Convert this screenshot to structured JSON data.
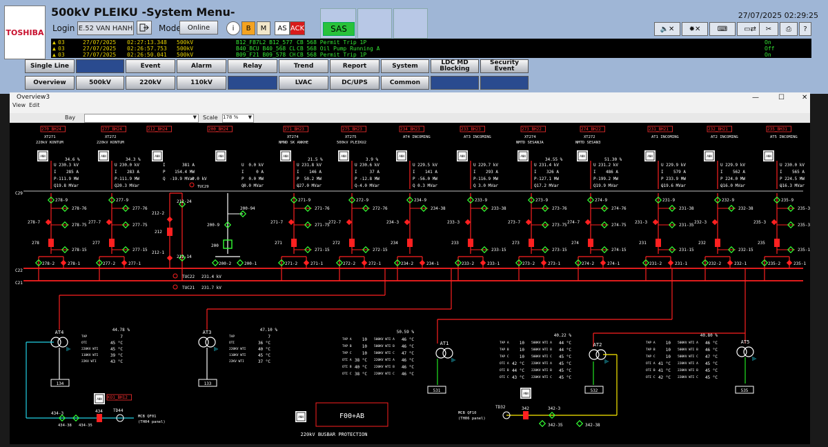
{
  "header": {
    "brand": "TOSHIBA",
    "title": "500kV PLEIKU -System Menu-",
    "datetime": "27/07/2025 02:29:25",
    "login_label": "Login",
    "login_user": "E.52 VAN HANH",
    "mode_label": "Mode",
    "mode_value": "Online",
    "info_icon": "i",
    "btn_b": "B",
    "btn_m": "M",
    "btn_as": "AS",
    "btn_ack": "ACK",
    "sas_label": "SAS"
  },
  "events": [
    {
      "no": "03",
      "date": "27/07/2025",
      "time": "02:27:13.348",
      "level": "500kV",
      "device": "B12_F87L2 B12_577 ...",
      "message": "CB 568 Permit Trip 1P",
      "state": "On"
    },
    {
      "no": "03",
      "date": "27/07/2025",
      "time": "02:26:57.753",
      "level": "500kV",
      "device": "B40_BCU B40_568 CL...",
      "message": "CB 568 Oil Pump Running A",
      "state": "Off"
    },
    {
      "no": "03",
      "date": "27/07/2025",
      "time": "02:26:50.041",
      "level": "500kV",
      "device": "B09_F21 B09_578 CH...",
      "message": "CB 568 Permit Trip 1P",
      "state": "On"
    }
  ],
  "nav": {
    "row1": [
      "Single Line",
      "Event",
      "Alarm",
      "Relay",
      "Trend",
      "Report",
      "System",
      "LDC MD Blocking",
      "Security Event"
    ],
    "row2": [
      "Overview",
      "500kV",
      "220kV",
      "110kV",
      "LVAC",
      "DC/UPS",
      "Common"
    ]
  },
  "window": {
    "title": "Overview3",
    "menu": [
      "View",
      "Edit"
    ],
    "bay_label": "Bay",
    "scale_label": "Scale",
    "scale_value": "178 %"
  },
  "bays": [
    {
      "tag": "270_BH24",
      "name1": "XT271",
      "name2": "220kV KONTUM",
      "pct": "34.6 %",
      "u": "230.3 kV",
      "i": "285 A",
      "p": "-111.9 MW",
      "q": "19.8 MVar",
      "sw1": "278-9",
      "sw2": "278-76",
      "sw3": "278-75",
      "sw4": "278-7",
      "sw5": "278-15",
      "cb": "278",
      "d1": "278-2",
      "d2": "278-1"
    },
    {
      "tag": "277_BH24",
      "name1": "XT272",
      "name2": "220kV KONTUM",
      "pct": "34.3 %",
      "u": "230.0 kV",
      "i": "283 A",
      "p": "-111.9 MW",
      "q": "20.3 MVar",
      "sw1": "277-9",
      "sw2": "277-76",
      "sw3": "277-75",
      "sw4": "277-7",
      "sw5": "277-15",
      "cb": "277",
      "d1": "277-2",
      "d2": "277-1"
    },
    {
      "tag": "234_BH23",
      "name1": "AT4 INCOMING",
      "name2": "",
      "pct": "",
      "u": "229.5 kV",
      "i": "141 A",
      "p": "-56.0 MW",
      "q": "0.3 MVar",
      "sw1": "234-9",
      "sw2": "234-38",
      "sw3": "",
      "sw4": "234-3",
      "sw5": "",
      "cb": "234",
      "d1": "234-2",
      "d2": "234-1"
    },
    {
      "tag": "233_BH23",
      "name1": "AT3 INCOMING",
      "name2": "",
      "pct": "",
      "u": "229.7 kV",
      "i": "293 A",
      "p": "-116.9 MW",
      "q": "3.0 MVar",
      "sw1": "233-9",
      "sw2": "233-38",
      "sw3": "",
      "sw4": "233-3",
      "sw5": "233-15",
      "cb": "233",
      "d1": "233-2",
      "d2": "233-1"
    }
  ],
  "bays2": [
    {
      "tag": "271_BH23",
      "name1": "XT274",
      "name2": "NMND SK ANKHE",
      "pct": "21.5 %",
      "u": "231.8 kV",
      "i": "146 A",
      "p": "50.2 MW",
      "q": "-27.0 MVar",
      "sw1": "271-9",
      "sw2": "271-76",
      "sw3": "271-75",
      "sw4": "271-7",
      "sw5": "271-15",
      "cb": "271",
      "d1": "271-2",
      "d2": "271-1"
    },
    {
      "tag": "275_BH23",
      "name1": "XT275",
      "name2": "500kV PLEIKU2",
      "pct": "3.9 %",
      "u": "230.6 kV",
      "i": "37 A",
      "p": "-12.8 MW",
      "q": "-4.0 MVar",
      "sw1": "272-9",
      "sw2": "272-76",
      "sw3": "",
      "sw4": "272-7",
      "sw5": "272-15",
      "cb": "272",
      "d1": "272-2",
      "d2": "272-1"
    },
    {
      "tag": "273_BH22",
      "name1": "XT274",
      "name2": "NMTD SESANJA",
      "pct": "34.55 %",
      "u": "231.4 kV",
      "i": "326 A",
      "p": "-127.1 MW",
      "q": "17.2 MVar",
      "sw1": "273-9",
      "sw2": "273-76",
      "sw3": "273-75",
      "sw4": "273-7",
      "sw5": "273-15",
      "cb": "273",
      "d1": "273-2",
      "d2": "273-1"
    },
    {
      "tag": "274_BH22",
      "name1": "XT272",
      "name2": "NMTD SESAN3",
      "pct": "51.30 %",
      "u": "231.2 kV",
      "i": "486 A",
      "p": "-199.2 MW",
      "q": "19.9 MVar",
      "sw1": "274-9",
      "sw2": "274-76",
      "sw3": "274-75",
      "sw4": "274-7",
      "sw5": "274-15",
      "cb": "274",
      "d1": "274-2",
      "d2": "274-1"
    },
    {
      "tag": "231_BH21",
      "name1": "AT1 INCOMING",
      "name2": "",
      "pct": "",
      "u": "229.9 kV",
      "i": "579 A",
      "p": "233.9 MW",
      "q": "-19.6 MVar",
      "sw1": "231-9",
      "sw2": "231-38",
      "sw3": "231-35",
      "sw4": "231-3",
      "sw5": "231-15",
      "cb": "231",
      "d1": "231-2",
      "d2": "231-1"
    },
    {
      "tag": "232_BH21",
      "name1": "AT2 INCOMING",
      "name2": "",
      "pct": "",
      "u": "229.9 kV",
      "i": "562 A",
      "p": "224.0 MW",
      "q": "-16.0 MVar",
      "sw1": "232-9",
      "sw2": "232-38",
      "sw3": "",
      "sw4": "232-3",
      "sw5": "232-15",
      "cb": "232",
      "d1": "232-2",
      "d2": "232-1"
    },
    {
      "tag": "235_BH31",
      "name1": "AT5 INCOMING",
      "name2": "",
      "pct": "",
      "u": "230.0 kV",
      "i": "565 A",
      "p": "224.5 MW",
      "q": "-16.3 MVar",
      "sw1": "235-9",
      "sw2": "235-38",
      "sw3": "235-35",
      "sw4": "235-3",
      "sw5": "235-15",
      "cb": "235",
      "d1": "235-2",
      "d2": "235-1"
    }
  ],
  "coupler": {
    "tag": "212_BH24",
    "pct": "",
    "u": "",
    "i": "381 A",
    "p": "154.4 MW",
    "q": "-19.9 MVar",
    "sw1": "212-24",
    "sw2": "212-2",
    "sw3": "212-1",
    "sw4": "212-14",
    "cb": "212"
  },
  "section": {
    "tag": "200_BH24",
    "u": "0.0 kV",
    "i": "0 A",
    "p": "0.0 MW",
    "q": "0.0 MVar",
    "tuc29": "0.0 kV",
    "tuc29_label": "TUC29",
    "sw1": "200-94",
    "sw2": "200-9",
    "cb": "200",
    "d1": "200-2",
    "d2": "200-1"
  },
  "labels": {
    "ann": "ANN",
    "u": "U",
    "i": "I",
    "p": "P",
    "q": "Q",
    "c29": "C29",
    "c22": "C22",
    "c21": "C21",
    "tuc22": "TUC22",
    "tuc22_v": "231.4 kV",
    "tuc21": "TUC21",
    "tuc21_v": "231.7 kV",
    "busbar_prot": "220kV BUSBAR PROTECTION",
    "f00": "F00+AB",
    "ko1": "KO1_BH12",
    "mcb1": "MCB QF01",
    "th04": "(TH04 panel)",
    "mcb2": "MCB QF10",
    "th06": "(TH06 panel)",
    "td44": "TD44",
    "td32": "TD32",
    "s434_3": "434-3",
    "s434": "434",
    "s434_38": "434-38",
    "s434_35": "434-35",
    "s342": "342",
    "s342_3": "342-3",
    "s342_35": "342-35",
    "s342_38": "342-38"
  },
  "transformers": [
    {
      "name": "AT4",
      "pct": "44.78 %",
      "rows": [
        [
          "TAP",
          "7"
        ],
        [
          "OTI",
          "45 °C"
        ],
        [
          "220KV WTI",
          "45 °C"
        ],
        [
          "110KV WTI",
          "39 °C"
        ],
        [
          "22KV WTI",
          "43 °C"
        ]
      ],
      "bus": "134"
    },
    {
      "name": "AT3",
      "pct": "47.10 %",
      "rows": [
        [
          "TAP",
          "7"
        ],
        [
          "OTI",
          "36 °C"
        ],
        [
          "220KV WTI",
          "40 °C"
        ],
        [
          "110KV WTI",
          "45 °C"
        ],
        [
          "22KV WTI",
          "37 °C"
        ]
      ],
      "bus": "133"
    },
    {
      "name": "AT1",
      "pct": "50.59 %",
      "rows": [
        [
          "TAP A",
          "10",
          "500KV WTI A",
          "46 °C"
        ],
        [
          "TAP B",
          "10",
          "500KV WTI B",
          "46 °C"
        ],
        [
          "TAP C",
          "10",
          "500KV WTI C",
          "47 °C"
        ],
        [
          "OTI A",
          "38 °C",
          "220KV WTI A",
          "46 °C"
        ],
        [
          "OTI B",
          "40 °C",
          "220KV WTI B",
          "46 °C"
        ],
        [
          "OTI C",
          "38 °C",
          "220KV WTI C",
          "46 °C"
        ]
      ],
      "bus": "531"
    },
    {
      "name": "AT2",
      "pct": "40.22 %",
      "rows": [
        [
          "TAP A",
          "10",
          "500KV WTI A",
          "44 °C"
        ],
        [
          "TAP B",
          "10",
          "500KV WTI B",
          "44 °C"
        ],
        [
          "TAP C",
          "10",
          "500KV WTI C",
          "45 °C"
        ],
        [
          "OTI A",
          "42 °C",
          "220KV WTI A",
          "45 °C"
        ],
        [
          "OTI B",
          "44 °C",
          "220KV WTI B",
          "45 °C"
        ],
        [
          "OTI C",
          "43 °C",
          "220KV WTI C",
          "45 °C"
        ]
      ],
      "bus": "532"
    },
    {
      "name": "AT5",
      "pct": "40.80 %",
      "rows": [
        [
          "TAP A",
          "10",
          "500KV WTI A",
          "46 °C"
        ],
        [
          "TAP B",
          "10",
          "500KV WTI B",
          "46 °C"
        ],
        [
          "TAP C",
          "10",
          "500KV WTI C",
          "47 °C"
        ],
        [
          "OTI A",
          "41 °C",
          "220KV WTI A",
          "45 °C"
        ],
        [
          "OTI B",
          "41 °C",
          "220KV WTI B",
          "45 °C"
        ],
        [
          "OTI C",
          "42 °C",
          "220KV WTI C",
          "45 °C"
        ]
      ],
      "bus": "535"
    }
  ],
  "colors": {
    "energized": "#ff2020",
    "dead": "#ffffff",
    "switch": "#33ff33",
    "tag": "#ff3030",
    "yellow": "#ffee00",
    "cyan": "#22d3e6",
    "green": "#22e622"
  }
}
